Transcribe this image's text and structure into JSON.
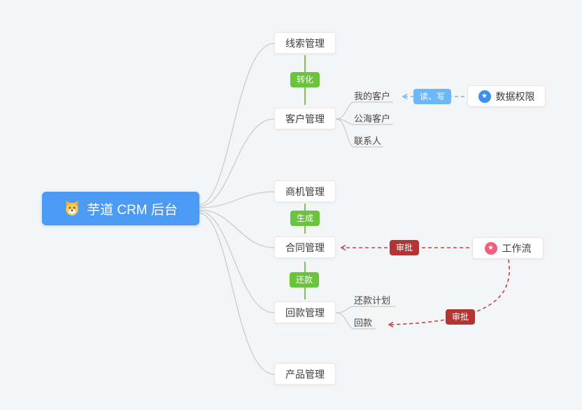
{
  "root": {
    "label": "芋道 CRM 后台",
    "icon": "dog-logo"
  },
  "modules": [
    {
      "label": "线索管理"
    },
    {
      "label": "客户管理",
      "children": [
        "我的客户",
        "公海客户",
        "联系人"
      ]
    },
    {
      "label": "商机管理"
    },
    {
      "label": "合同管理"
    },
    {
      "label": "回款管理",
      "children": [
        "还款计划",
        "回款"
      ]
    },
    {
      "label": "产品管理"
    }
  ],
  "flow_badges": {
    "convert": "转化",
    "generate": "生成",
    "repay": "还款",
    "read_write": "读、写",
    "approve_contract": "审批",
    "approve_receipt": "审批"
  },
  "side_nodes": [
    {
      "label": "数据权限",
      "icon": "star",
      "icon_color": "#3a8ff0"
    },
    {
      "label": "工作流",
      "icon": "star",
      "icon_color": "#f25e79"
    }
  ],
  "colors": {
    "bg": "#f4f5f6",
    "root-blue": "#4b9bf5",
    "green": "#69c43c",
    "blue": "#6db7f7",
    "red-line": "#c24444",
    "red-badge": "#b43434",
    "line-gray": "#c9c9c9",
    "card-border": "#e6e7e9",
    "text": "#3c3c3c"
  }
}
